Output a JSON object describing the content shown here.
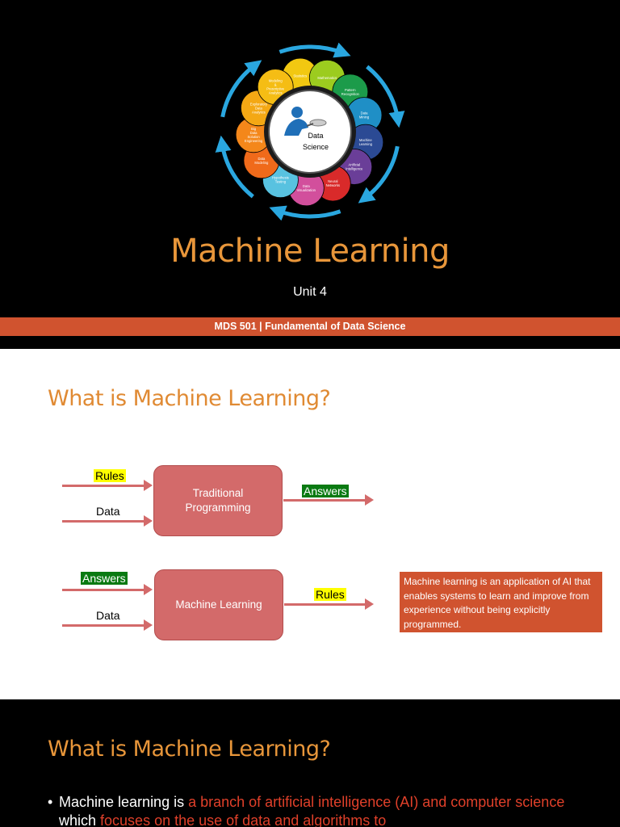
{
  "slide1": {
    "wheel": {
      "center_line1": "Data",
      "center_line2": "Science",
      "petals": [
        {
          "label": "Statistics",
          "color": "#f2c811"
        },
        {
          "label": "Mathematics",
          "color": "#9ccc1f"
        },
        {
          "label": "Pattern Recognition",
          "color": "#1c9b4a"
        },
        {
          "label": "Data Mining",
          "color": "#1f8fc6"
        },
        {
          "label": "Machine Learning",
          "color": "#2b4a94"
        },
        {
          "label": "Artificial Intelligence",
          "color": "#6a3e98"
        },
        {
          "label": "Neural Networks",
          "color": "#d92a2a"
        },
        {
          "label": "Data Visualization",
          "color": "#d24f9c"
        },
        {
          "label": "Hypothesis Testing",
          "color": "#58c2e0"
        },
        {
          "label": "Data Modeling",
          "color": "#f06a1a"
        },
        {
          "label": "Big Data Solution Engineering",
          "color": "#f4871a"
        },
        {
          "label": "Exploratory Data Analytics",
          "color": "#f4a814"
        },
        {
          "label": "Modeling & Prescriptive Analytics",
          "color": "#f5bd14"
        }
      ],
      "colors": {
        "ring": "#2aa7e0",
        "hub": "#ffffff",
        "hub_border": "#111111"
      }
    },
    "title": "Machine Learning",
    "subtitle": "Unit 4",
    "band": "MDS 501 | Fundamental of Data Science",
    "colors": {
      "title": "#e8963a",
      "band": "#d0532f"
    }
  },
  "slide2": {
    "title": "What is Machine Learning?",
    "diagram1": {
      "input_top": "Rules",
      "input_bottom": "Data",
      "box": "Traditional Programming",
      "output": "Answers"
    },
    "diagram2": {
      "input_top": "Answers",
      "input_bottom": "Data",
      "box": "Machine Learning",
      "output": "Rules"
    },
    "callout": "Machine learning is an application of AI that enables systems to learn and improve from experience without being explicitly programmed.",
    "colors": {
      "box": "#d36a6a",
      "callout": "#d0532f",
      "highlight_yellow": "#ffff00",
      "highlight_green": "#0a7a12"
    }
  },
  "slide3": {
    "title": "What is Machine Learning?",
    "bullet": {
      "symbol": "•",
      "part1": "Machine learning is ",
      "part2": "a branch of artificial intelligence (AI) and computer science",
      "part3": " which ",
      "part4": "focuses on the use of data and algorithms to"
    },
    "colors": {
      "emphasis": "#e0402a"
    }
  }
}
